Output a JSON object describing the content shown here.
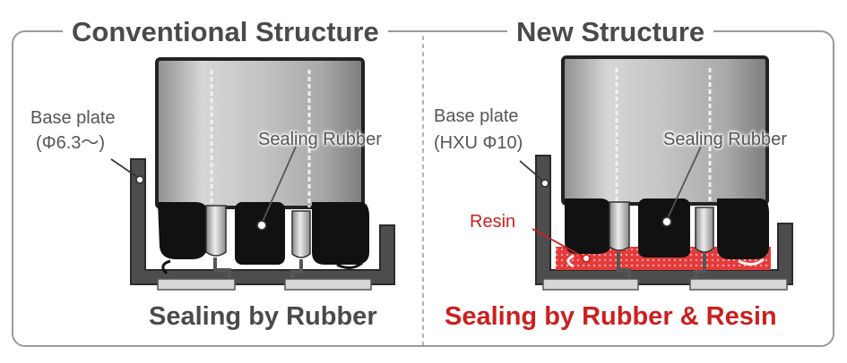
{
  "conventional": {
    "title": "Conventional Structure",
    "base_plate_label_line1": "Base plate",
    "base_plate_label_line2": "(Φ6.3～)",
    "sealing_rubber_label": "Sealing Rubber",
    "caption": "Sealing by Rubber"
  },
  "new": {
    "title": "New Structure",
    "base_plate_label_line1": "Base plate",
    "base_plate_label_line2": "(HXU Φ10)",
    "sealing_rubber_label": "Sealing Rubber",
    "resin_label": "Resin",
    "caption": "Sealing by Rubber & Resin"
  },
  "colors": {
    "text_gray": "#4a4a4a",
    "label_gray": "#555555",
    "accent_red": "#cc1f1f",
    "rubber_black": "#111111",
    "can_silver": "#b9b9b9",
    "resin_red": "#e63a3a"
  }
}
